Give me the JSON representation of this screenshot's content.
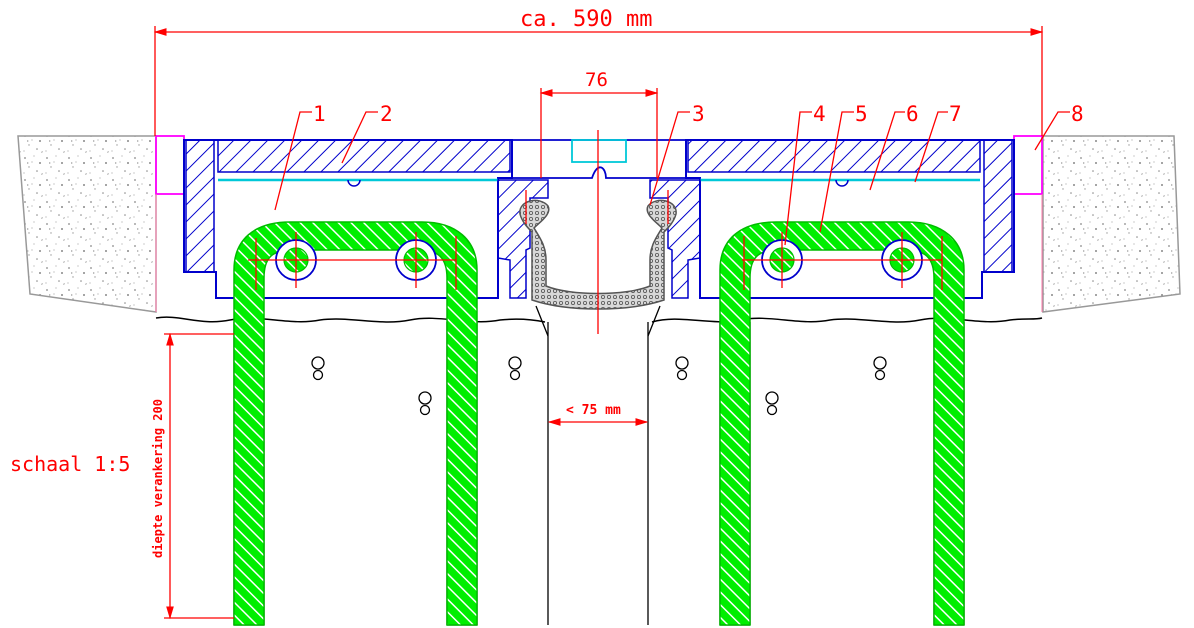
{
  "dimensions": {
    "total_width": "ca. 590 mm",
    "gap_top": "76",
    "gap_bottom": "< 75 mm",
    "anchor_depth": "diepte verankering 200"
  },
  "scale": "schaal 1:5",
  "callouts": [
    "1",
    "2",
    "3",
    "4",
    "5",
    "6",
    "7",
    "8"
  ],
  "colors": {
    "dimension": "#ff0000",
    "frame": "#0000cc",
    "anchor": "#00dd00",
    "seal": "#555555",
    "concrete": "#999999",
    "magenta": "#ff00ff",
    "cyan": "#00c8d8"
  }
}
